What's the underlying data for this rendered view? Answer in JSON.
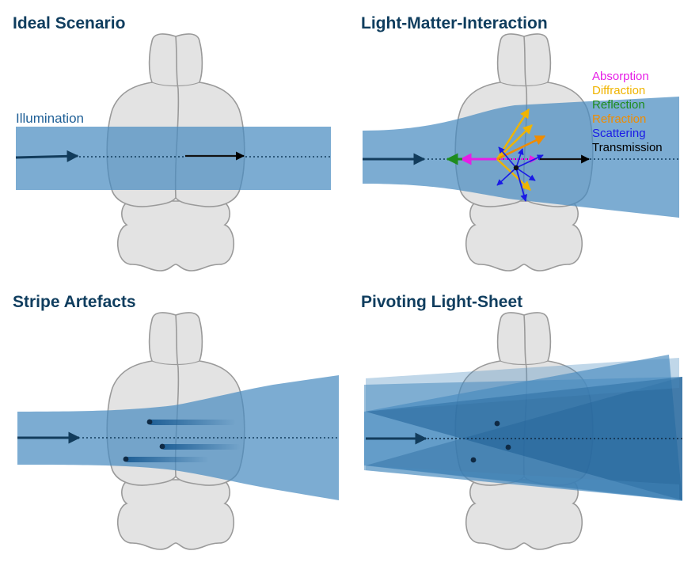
{
  "panels": {
    "ideal": {
      "title": "Ideal Scenario",
      "illumination_label": "Illumination"
    },
    "interaction": {
      "title": "Light-Matter-Interaction",
      "legend": [
        {
          "label": "Absorption",
          "color": "#e61ee6"
        },
        {
          "label": "Diffraction",
          "color": "#f0b400"
        },
        {
          "label": "Reflection",
          "color": "#1e8c1e"
        },
        {
          "label": "Refraction",
          "color": "#f08c00"
        },
        {
          "label": "Scattering",
          "color": "#1a1ae6"
        },
        {
          "label": "Transmission",
          "color": "#000000"
        }
      ]
    },
    "stripes": {
      "title": "Stripe Artefacts"
    },
    "pivoting": {
      "title": "Pivoting Light-Sheet"
    }
  },
  "colors": {
    "beam": "#4a8cc0",
    "beam_dark": "#1e5f96",
    "brain_fill": "#e3e3e3",
    "brain_stroke": "#9a9a9a",
    "title": "#0f3d5e",
    "arrow": "#123c5c"
  }
}
